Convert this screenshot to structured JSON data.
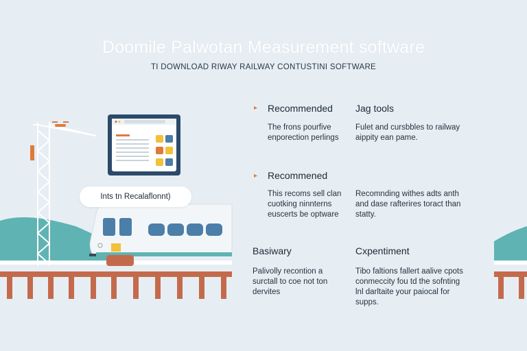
{
  "header": {
    "title": "Doomile Palwotan Measurement software",
    "subtitle": "TI DOWNLOAD RIWAY RAILWAY CONTUSTINI SOFTWARE"
  },
  "pill": {
    "label": "Ints tn Recalaflonnt)"
  },
  "sections": [
    {
      "heading": "Recommended",
      "lines": [
        "The frons pourfive",
        "enporection perlings"
      ]
    },
    {
      "heading": "Jag tools",
      "lines": [
        "Fulet and cursbbles to railway",
        "aippity ean pame."
      ]
    },
    {
      "heading": "Recommened",
      "lines": [
        "This recoms sell clan",
        "cuotking ninnterns",
        "euscerts be optware"
      ]
    },
    {
      "heading": "",
      "lines": [
        "Recomnding withes adts anth",
        "and dase rafterires toract than",
        "statty."
      ]
    },
    {
      "heading": "Basiwary",
      "lines": [
        "Palivolly recontion a",
        "surctall to coe not ton",
        "dervites"
      ]
    },
    {
      "heading": "Cxpentiment",
      "lines": [
        "Tibo faltions fallert aalive cpots",
        "conmeccity fou td the sofnting",
        "lnl darltaite your paiocal for",
        "supps."
      ]
    }
  ],
  "colors": {
    "background": "#e6eef4",
    "accent_orange": "#e07a3a",
    "hill_teal": "#5fb3b3",
    "bridge_rust": "#c46a4c",
    "panel_navy": "#2c4a6a",
    "tower_white": "#ffffff"
  },
  "icons": [
    "arrow-right-icon",
    "drone-icon",
    "crane-tower-icon",
    "train-icon",
    "browser-window-icon"
  ]
}
